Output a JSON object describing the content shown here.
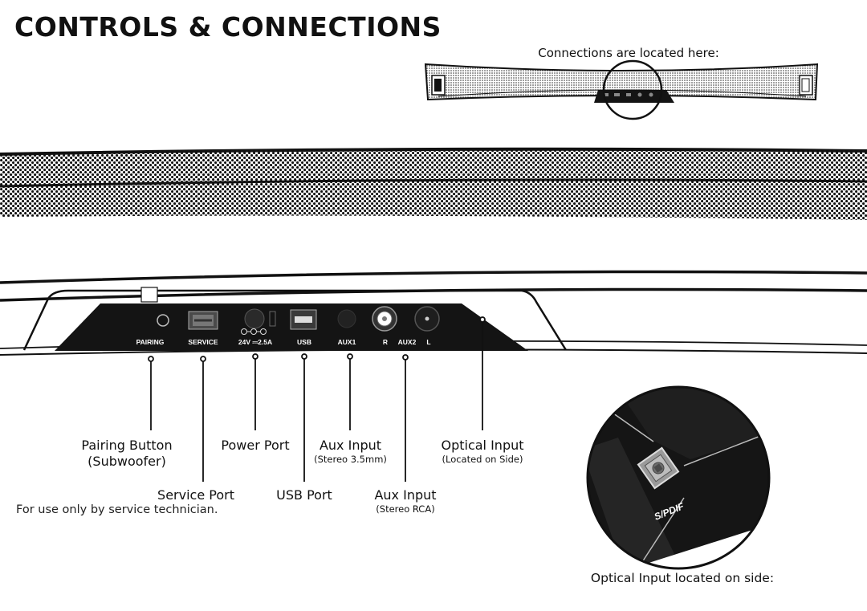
{
  "title": "CONTROLS & CONNECTIONS",
  "connections_note": "Connections are located here:",
  "port_labels": {
    "pairing": "PAIRING",
    "service": "SERVICE",
    "power": "24V ⎓2.5A",
    "usb": "USB",
    "aux1": "AUX1",
    "r": "R",
    "aux2": "AUX2",
    "l": "L"
  },
  "callouts": {
    "pairing_button": {
      "title": "Pairing Button",
      "subtitle": "(Subwoofer)"
    },
    "service_port": {
      "title": "Service Port",
      "note": "For use only by service technician."
    },
    "power_port": {
      "title": "Power Port"
    },
    "usb_port": {
      "title": "USB Port"
    },
    "aux_input_35": {
      "title": "Aux Input",
      "subtitle": "(Stereo 3.5mm)"
    },
    "aux_input_rca": {
      "title": "Aux Input",
      "subtitle": "(Stereo RCA)"
    },
    "optical_input": {
      "title": "Optical Input",
      "subtitle": "(Located on Side)"
    }
  },
  "side_detail": {
    "label": "S/PDIF",
    "caption": "Optical Input located on side:"
  },
  "colors": {
    "panel": "#141414",
    "line": "#111111",
    "background": "#ffffff"
  }
}
